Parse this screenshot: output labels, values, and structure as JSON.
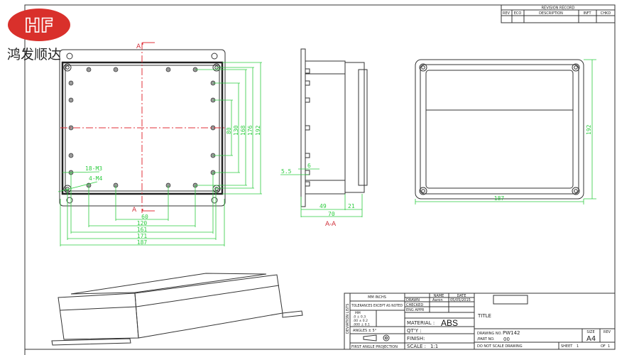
{
  "logo": {
    "mark": "HF",
    "brand_name": "鸿发顺达",
    "color": "#d9302b"
  },
  "front_view": {
    "section_mark": "A",
    "hole_callouts": [
      "18-M3",
      "4-M4"
    ],
    "vertical_dims": [
      "80",
      "130",
      "168",
      "176",
      "192"
    ],
    "horizontal_dims": [
      "60",
      "120",
      "161",
      "171",
      "187"
    ]
  },
  "section_view": {
    "title": "A-A",
    "dims": [
      "5.5",
      "6",
      "49",
      "21",
      "70"
    ]
  },
  "back_view": {
    "height_dim": "192",
    "width_dim": "187"
  },
  "revision_record": {
    "title": "REVISION RECORD",
    "columns": [
      "REV",
      "ECO",
      "DESCRIPTION",
      "INFT",
      "CHKD"
    ]
  },
  "title_block": {
    "units": "MM INCHS",
    "tolerance_header": "TOLERANCES EXCEPT AS NOTED",
    "tolerance_rows": [
      "MM",
      ".0 ± 0.3",
      ".00 ± 0.2",
      ".000 ± 0.1"
    ],
    "angles": "ANGLES ± 5°",
    "projection": "FIRST ANGLE PROJECTION",
    "side_label": "DEVIATION LISTS",
    "name_header": "NAME",
    "date_header": "DATE",
    "drawn_label": "DRAWN",
    "drawn_name": "Aaron",
    "drawn_date": "05/05/2015",
    "checked_label": "CHECKED",
    "eng_appr_label": "ENG APPR",
    "material_label": "MATERIAL :",
    "material_value": "ABS",
    "qty_label": "QT'Y :",
    "finish_label": "FINISH:",
    "scale_label": "SCALE :",
    "scale_value": "1:1",
    "title_label": "TITLE",
    "drawing_no_label": "DRAWING NO.",
    "drawing_no": "PW142",
    "part_no_label": "/PART NO.",
    "part_no": "00",
    "size_label": "SIZE",
    "size_value": "A4",
    "rev_label": "REV",
    "note": "DO NOT SCALE DRAWING",
    "sheet_label": "SHEET",
    "sheet": "1",
    "of_label": "OF",
    "of": "1"
  }
}
